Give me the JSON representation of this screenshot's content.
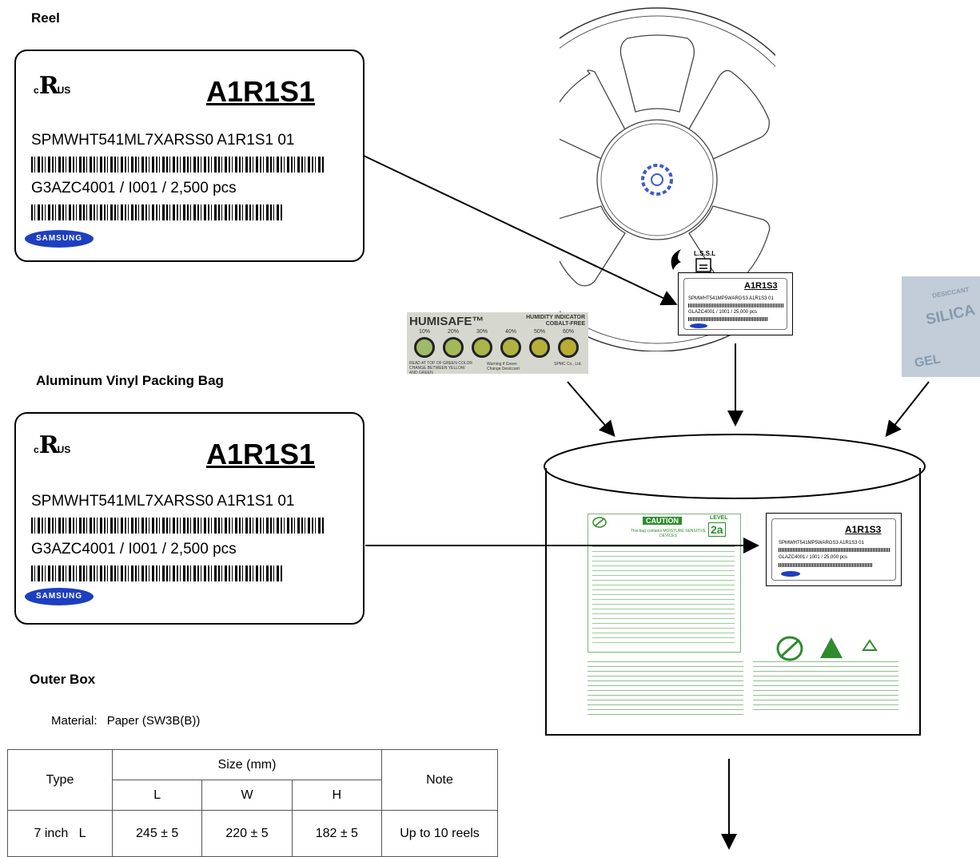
{
  "sections": {
    "reel_title": "Reel",
    "bag_title": "Aluminum Vinyl Packing Bag",
    "box_title": "Outer Box"
  },
  "label": {
    "cert_c": "c",
    "cert_ur": "R",
    "cert_us": "US",
    "code": "A1R1S1",
    "line1": "SPMWHT541ML7XARSS0 A1R1S1    01",
    "line2": "G3AZC4001 / I001 / 2,500 pcs",
    "brand": "SAMSUNG"
  },
  "mini_label": {
    "code": "A1R1S3",
    "line1": "SPMWHT541MP5WARGS3 A1R1S3   01",
    "line2": "GLAZC4001 / 1001 / 25,000 pcs",
    "brand": "SAMSUNG"
  },
  "reel_marks": {
    "lsl": "L.S.S.L"
  },
  "humidity_card": {
    "brand": "HUMISAFE™",
    "title": "HUMIDITY INDICATOR",
    "subtitle": "COBALT-FREE",
    "levels": [
      "10%",
      "20%",
      "30%",
      "40%",
      "50%",
      "60%"
    ],
    "read_note": "READ AT TOP OF GREEN COLOR CHANGE BETWEEN YELLOW AND GREEN",
    "warning": "Warning if Green Change Desiccant",
    "maker": "SPMC Co., Ltd.",
    "dot_colors": [
      "#9dbb6a",
      "#a4b85a",
      "#a9b44a",
      "#aeb23f",
      "#b4b03a",
      "#b8ad32"
    ]
  },
  "silica": {
    "word1": "SILICA",
    "word2": "GEL",
    "word3": "DESICCANT"
  },
  "caution_sheet": {
    "heading": "CAUTION",
    "level_label": "LEVEL",
    "level_value": "2a",
    "subtitle": "This bag contains MOISTURE SENSITIVE DEVICES"
  },
  "outer_box": {
    "material_label": "Material:",
    "material_value": "Paper (SW3B(B))",
    "table": {
      "type_header": "Type",
      "size_header": "Size (mm)",
      "note_header": "Note",
      "dim_headers": [
        "L",
        "W",
        "H"
      ],
      "row": {
        "type": "7 inch",
        "suffix": "L",
        "l": "245 ± 5",
        "w": "220 ± 5",
        "h": "182 ± 5",
        "note": "Up to 10 reels"
      }
    }
  }
}
